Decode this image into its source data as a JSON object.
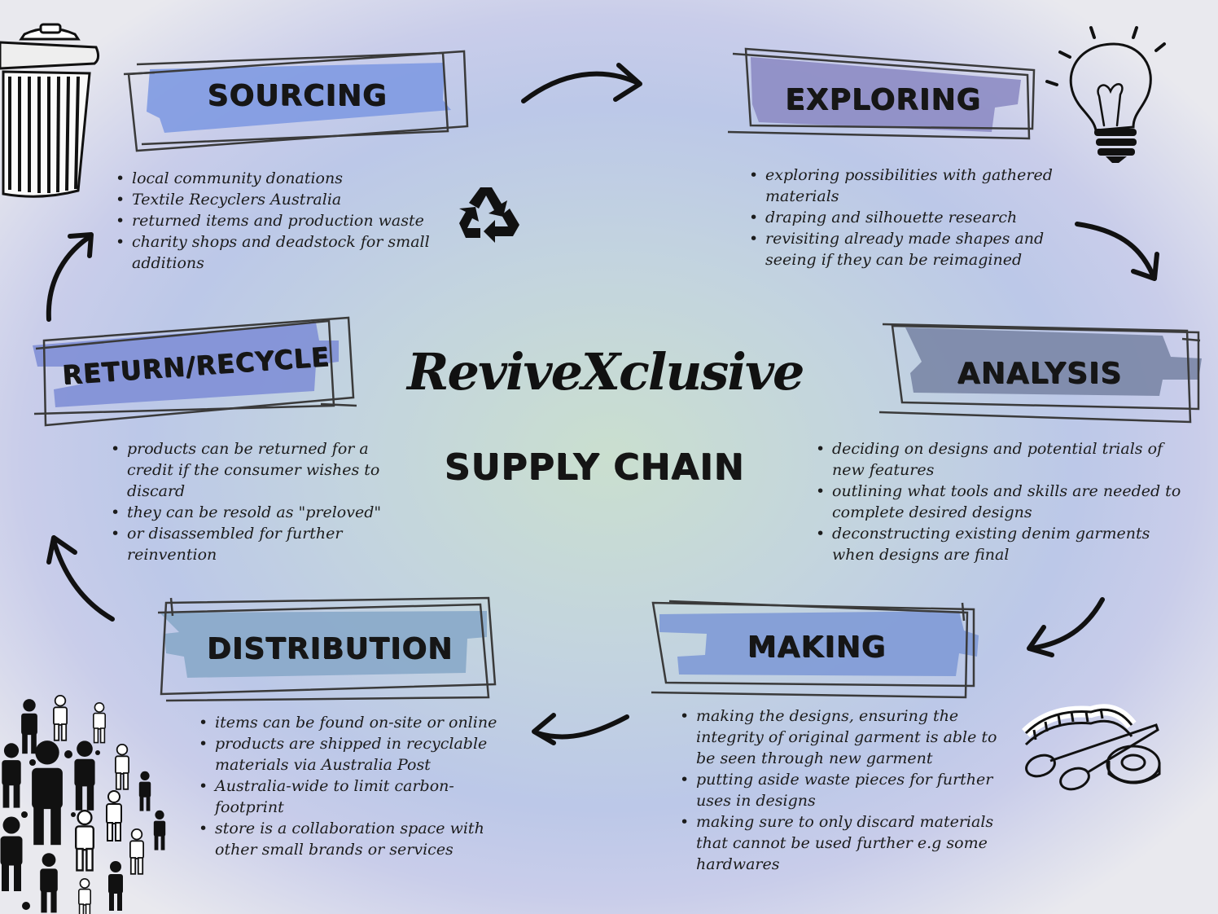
{
  "brand": "ReviveXclusive",
  "subtitle": "SUPPLY CHAIN",
  "icons": [
    "trash-can-icon",
    "recycle-icon",
    "light-bulb-icon",
    "scissors-tape-icon",
    "crowd-icon",
    "arrow-icon"
  ],
  "colors": {
    "sourcing": "#7f9ae2",
    "exploring": "#8d8cc4",
    "analysis": "#7a86a6",
    "making": "#7f9ad6",
    "distribution": "#88a9c9",
    "return": "#7f8fd6"
  },
  "stages": {
    "sourcing": {
      "title": "SOURCING",
      "points": [
        "local community donations",
        "Textile Recyclers Australia",
        "returned items and production waste",
        "charity shops and deadstock for small additions"
      ]
    },
    "exploring": {
      "title": "EXPLORING",
      "points": [
        "exploring possibilities with gathered materials",
        "draping and silhouette research",
        "revisiting already made shapes and seeing if they can be reimagined"
      ]
    },
    "analysis": {
      "title": "ANALYSIS",
      "points": [
        "deciding on designs and potential trials of new features",
        "outlining what tools and skills are needed to complete desired designs",
        "deconstructing existing denim garments when designs are final"
      ]
    },
    "making": {
      "title": "MAKING",
      "points": [
        "making the designs, ensuring the integrity of original garment is able to be seen through new garment",
        "putting aside waste pieces for further uses in designs",
        "making sure to only discard materials that cannot be used further e.g some hardwares"
      ]
    },
    "distribution": {
      "title": "DISTRIBUTION",
      "points": [
        "items can be found on-site or online",
        "products are shipped in recyclable materials via Australia Post",
        "Australia-wide to limit carbon-footprint",
        "store is a collaboration space with other small brands or services"
      ]
    },
    "return": {
      "title": "RETURN/RECYCLE",
      "points": [
        "products can be returned for a credit if the consumer wishes to discard",
        "they can be resold as \"preloved\"",
        "or disassembled for further reinvention"
      ]
    }
  }
}
